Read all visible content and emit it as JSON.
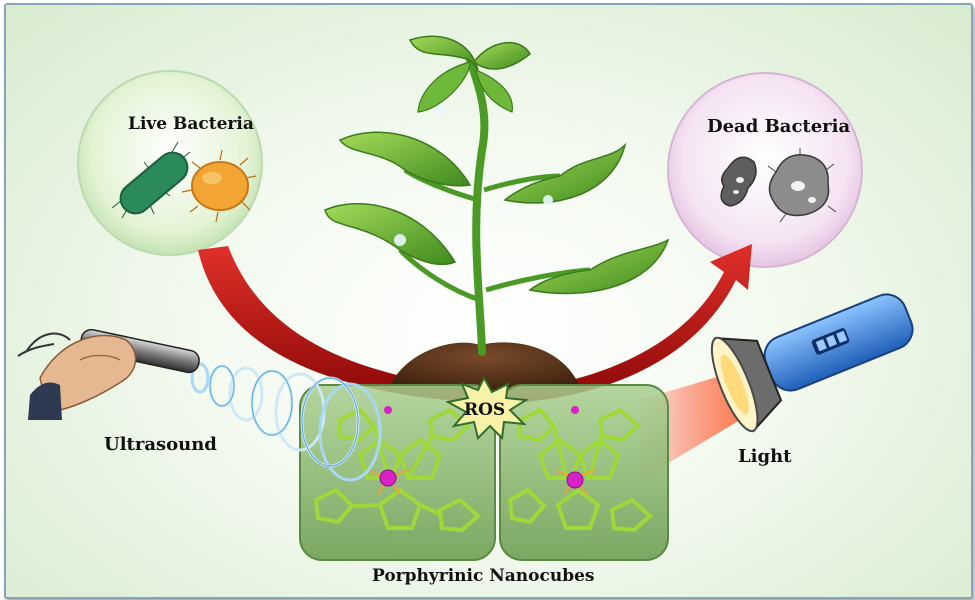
{
  "labels": {
    "live_bacteria": "Live Bacteria",
    "dead_bacteria": "Dead Bacteria",
    "ultrasound": "Ultrasound",
    "light": "Light",
    "ros": "ROS",
    "nanocubes": "Porphyrinic Nanocubes"
  },
  "colors": {
    "arrow_red": "#b0100c",
    "leaf_green": "#5aa52a",
    "cube_green": "#8dc64a",
    "live_circle": "#d9f0c8",
    "dead_circle": "#f1d9ef",
    "metal_center": "#d822c8",
    "flashlight_blue": "#3b86d8"
  },
  "icons": [
    "hand-probe-icon",
    "flashlight-icon",
    "plant-icon",
    "bacteria-icon"
  ]
}
